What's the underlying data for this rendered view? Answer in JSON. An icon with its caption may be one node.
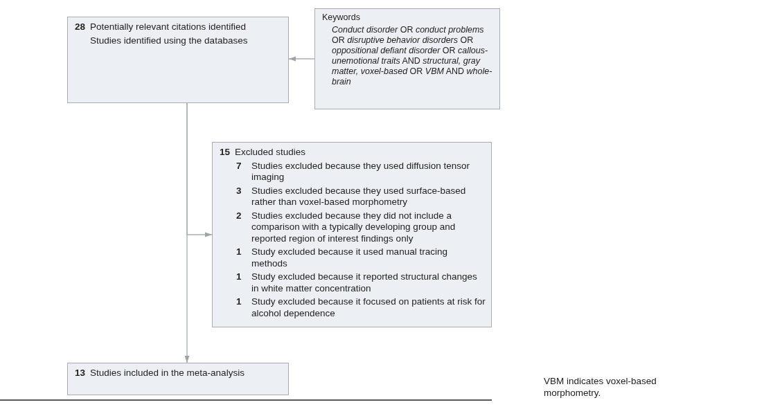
{
  "diagram": {
    "nodes": [
      {
        "text": [
          "**28** Potentially relevant citations identified",
          "Studies identified using the databases"
        ]
      },
      {
        "text": [
          "Keywords",
          "*Conduct disorder* OR *conduct problems* OR *disruptive behavior disorders* OR *oppositional defiant disorder* OR *callous-unemotional traits* AND *structural, gray matter, voxel-based* OR *VBM* AND *whole-brain*"
        ]
      },
      {
        "text": [
          "**15** Excluded studies",
          "**7** Studies excluded because they used diffusion tensor imaging",
          "**3** Studies excluded because they used surface-based rather than voxel-based morphometry",
          "**2** Studies excluded because they did not include a comparison with a typically developing group and reported region of interest findings only",
          "**1** Study excluded because it used manual tracing methods",
          "**1** Study excluded because it reported structural changes in white matter concentration",
          "**1** Study excluded because it focused on patients at risk for alcohol dependence"
        ]
      },
      {
        "text": [
          "**13** Studies included in the meta-analysis"
        ]
      }
    ],
    "edges": [
      {
        "from": 1,
        "to": 0,
        "arrow": "to"
      },
      {
        "from": 0,
        "to": 2,
        "arrow": "to"
      },
      {
        "from": 0,
        "to": 3,
        "arrow": "to"
      }
    ],
    "labels": [
      "VBM indicates voxel-based morphometry."
    ]
  }
}
